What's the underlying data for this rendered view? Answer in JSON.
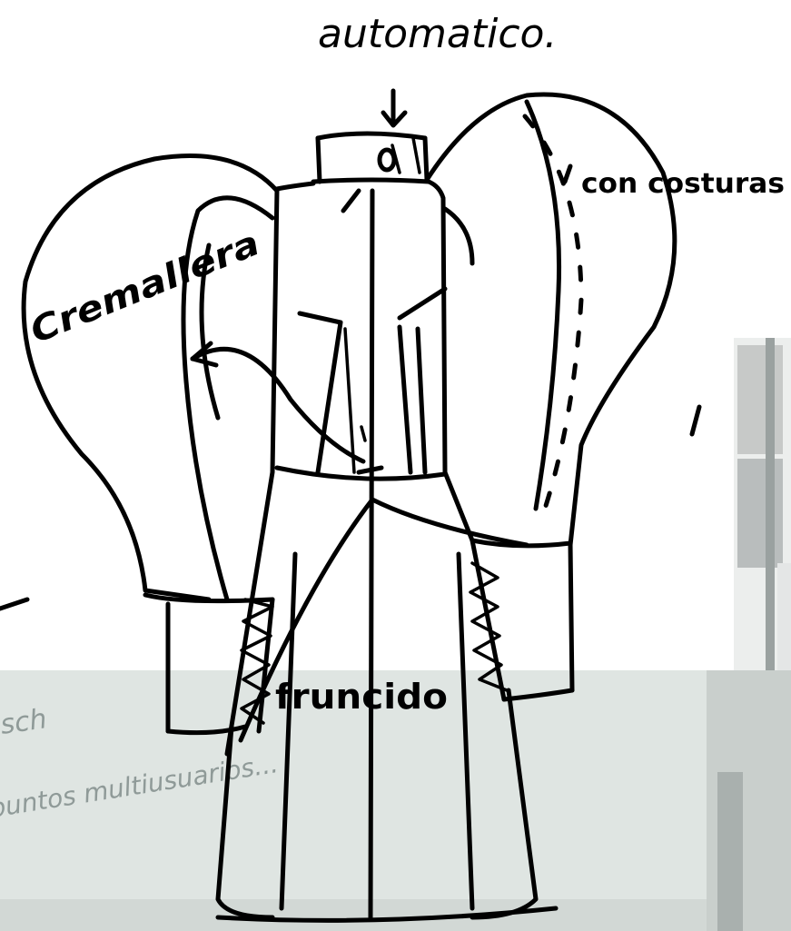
{
  "annotations": {
    "top_label": "automatico.",
    "zipper_label": "Cremallera",
    "seams_label": "con costuras",
    "gather_label": "fruncido"
  },
  "background_notes": {
    "line_1": "sch",
    "line_2": "puntos multiusuarios..."
  },
  "colors": {
    "ink": "#000000",
    "paper": "#ffffff",
    "whiteboard": "#dfe5e2",
    "board_frame": "#c9cfcc",
    "window": "#b9bdbd",
    "wall": "#eceeed"
  }
}
